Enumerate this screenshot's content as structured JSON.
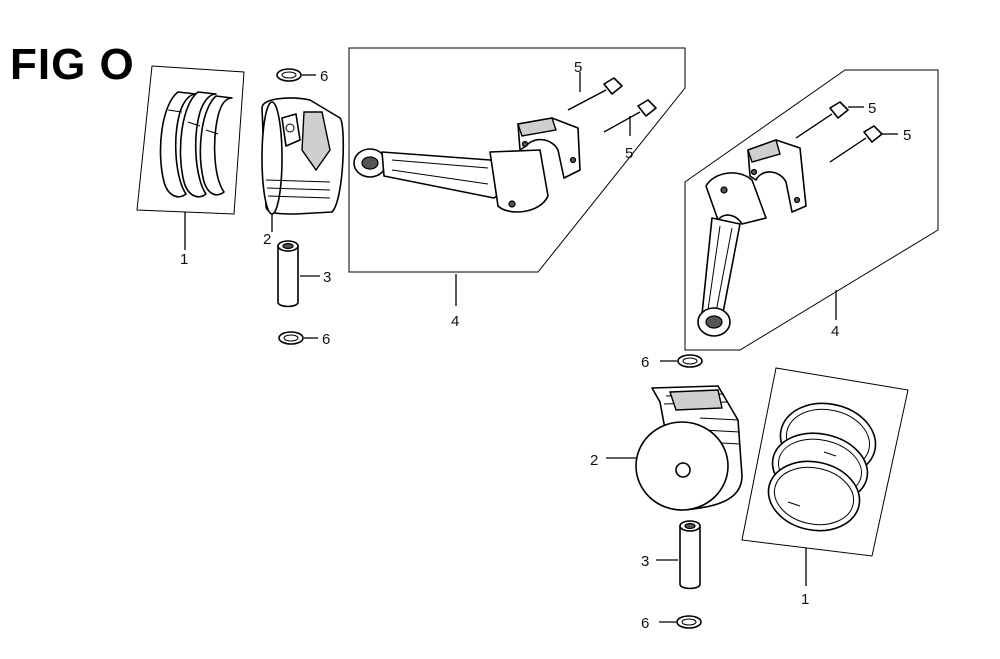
{
  "figure": {
    "title": "FIG O"
  },
  "callouts": {
    "ring_set_left": "1",
    "piston_left": "2",
    "pin_left": "3",
    "conrod_left": "4",
    "bolt_left_a": "5",
    "bolt_left_b": "5",
    "clip_left_top": "6",
    "clip_left_bottom": "6",
    "conrod_right": "4",
    "bolt_right_a": "5",
    "bolt_right_b": "5",
    "clip_right_top": "6",
    "piston_right": "2",
    "pin_right": "3",
    "clip_right_bottom": "6",
    "ring_set_right": "1"
  }
}
